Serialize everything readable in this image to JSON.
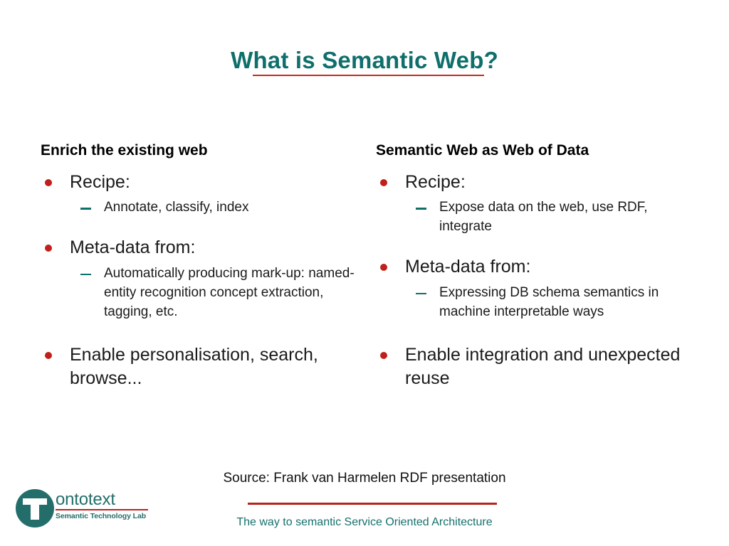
{
  "slide": {
    "title_prefix": "W",
    "title_underlined": "hat is Semantic Web",
    "title_suffix": "?",
    "title_full": "What is Semantic Web?"
  },
  "columns": [
    {
      "heading": "Enrich the existing web",
      "bullets": [
        {
          "text": "Recipe:",
          "sub": [
            "Annotate, classify, index"
          ]
        },
        {
          "text": "Meta-data from:",
          "sub": [
            "Automatically producing mark-up: named-entity recognition concept extraction, tagging, etc."
          ]
        },
        {
          "text": "Enable personalisation, search, browse...",
          "sub": []
        }
      ]
    },
    {
      "heading": "Semantic Web as Web of Data",
      "bullets": [
        {
          "text": "Recipe:",
          "sub": [
            "Expose data on the web, use RDF, integrate"
          ]
        },
        {
          "text": "Meta-data from:",
          "sub": [
            "Expressing DB schema semantics in machine interpretable ways"
          ]
        },
        {
          "text": "Enable integration and unexpected reuse",
          "sub": []
        }
      ]
    }
  ],
  "source_note": "Source: Frank van Harmelen RDF presentation",
  "footer": {
    "tagline": "The way to semantic Service Oriented Architecture"
  },
  "logo": {
    "word": "ontotext",
    "subtitle": "Semantic Technology Lab"
  },
  "colors": {
    "teal": "#0E6F6B",
    "logo_teal": "#236E6B",
    "red": "#C0201C",
    "rule_red": "#B5241F",
    "text": "#1A1A1A",
    "background": "#FFFFFF"
  }
}
